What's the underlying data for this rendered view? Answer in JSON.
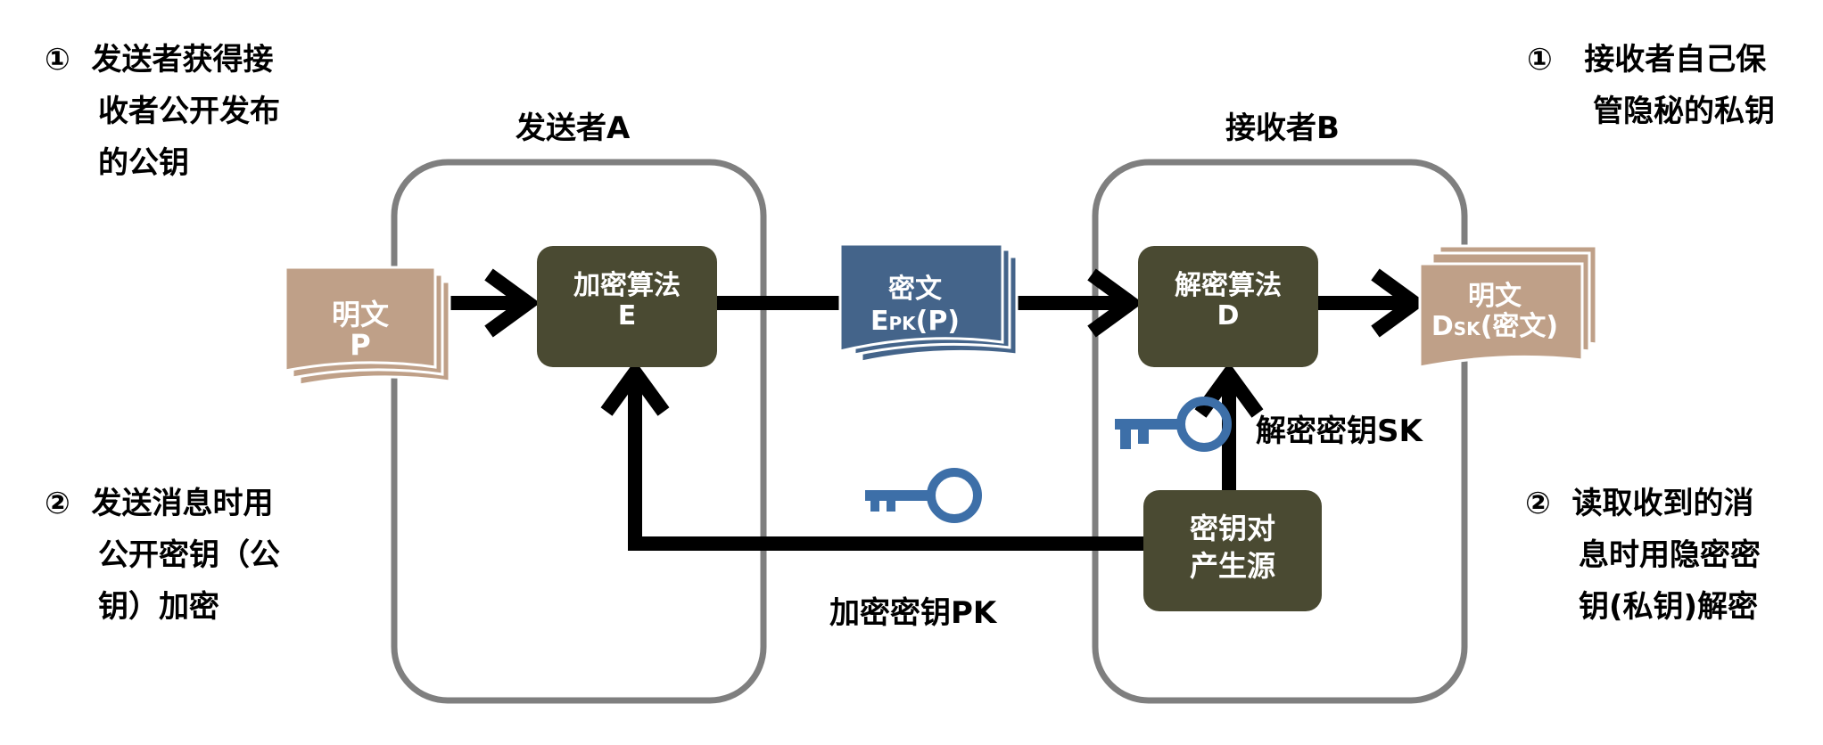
{
  "notes": {
    "left_top": {
      "num": "①",
      "lines": [
        "发送者获得接",
        "收者公开发布",
        "的公钥"
      ]
    },
    "right_top": {
      "num": "①",
      "lines": [
        "接收者自己保",
        "管隐秘的私钥"
      ]
    },
    "left_bottom": {
      "num": "②",
      "lines": [
        "发送消息时用",
        "公开密钥（公",
        "钥）加密"
      ]
    },
    "right_bottom": {
      "num": "②",
      "lines": [
        "读取收到的消",
        "息时用隐密密",
        "钥(私钥)解密"
      ]
    }
  },
  "sender": {
    "title": "发送者A"
  },
  "receiver": {
    "title": "接收者B"
  },
  "plaintext_in": {
    "line1": "明文",
    "line2": "P"
  },
  "encrypt_box": {
    "line1": "加密算法",
    "line2": "E"
  },
  "ciphertext": {
    "line1": "密文",
    "e": "E",
    "pk": "PK",
    "p": "(P)"
  },
  "decrypt_box": {
    "line1": "解密算法",
    "line2": "D"
  },
  "plaintext_out": {
    "line1": "明文",
    "d": "D",
    "sk": "SK",
    "rest": "(密文)"
  },
  "keygen_box": {
    "line1": "密钥对",
    "line2": "产生源"
  },
  "pk_label": "加密密钥PK",
  "sk_label": "解密密钥SK",
  "icons": {
    "public_key": "key-icon",
    "private_key": "key-icon"
  },
  "colors": {
    "box_fill": "#4a4a32",
    "doc_tan": "#bfa088",
    "doc_blue": "#44648a",
    "key_blue": "#3d6fa8",
    "panel_border": "#7f7f7f",
    "arrow": "#000000"
  }
}
